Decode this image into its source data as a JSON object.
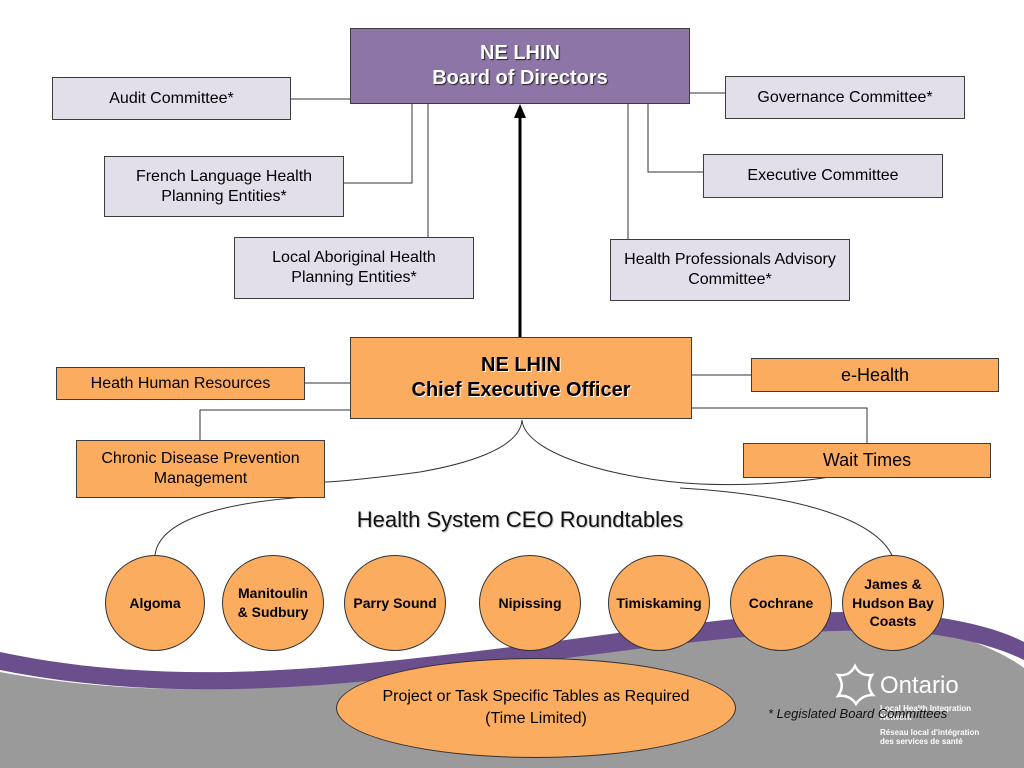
{
  "board": {
    "line1": "NE LHIN",
    "line2": "Board of Directors"
  },
  "board_committees": {
    "audit": "Audit Committee*",
    "governance": "Governance Committee*",
    "french": "French Language Health\nPlanning Entities*",
    "executive": "Executive Committee",
    "aboriginal": "Local Aboriginal Health\nPlanning Entities*",
    "hpac": "Health Professionals Advisory\nCommittee*"
  },
  "ceo": {
    "line1": "NE LHIN",
    "line2": "Chief Executive Officer"
  },
  "ceo_units": {
    "hhr": "Heath Human Resources",
    "ehealth": "e-Health",
    "chronic": "Chronic Disease Prevention\nManagement",
    "wait": "Wait Times"
  },
  "roundtables": {
    "title": "Health System CEO Roundtables",
    "items": [
      "Algoma",
      "Manitoulin\n& Sudbury",
      "Parry Sound",
      "Nipissing",
      "Timiskaming",
      "Cochrane",
      "James &\nHudson Bay\nCoasts"
    ]
  },
  "project": "Project or Task Specific Tables as Required\n(Time Limited)",
  "footnote": "* Legislated Board Committees",
  "logo": {
    "word": "Ontario",
    "lines": [
      "Local Health Integration",
      "Network",
      "Réseau local d'intégration",
      "des services de santé"
    ]
  },
  "colors": {
    "board_purple": "#8e75a8",
    "committee_lavender": "#e3dfea",
    "orange": "#fcac5e",
    "band_gray": "#9a9a9a",
    "band_purple": "#6b4f8c"
  }
}
